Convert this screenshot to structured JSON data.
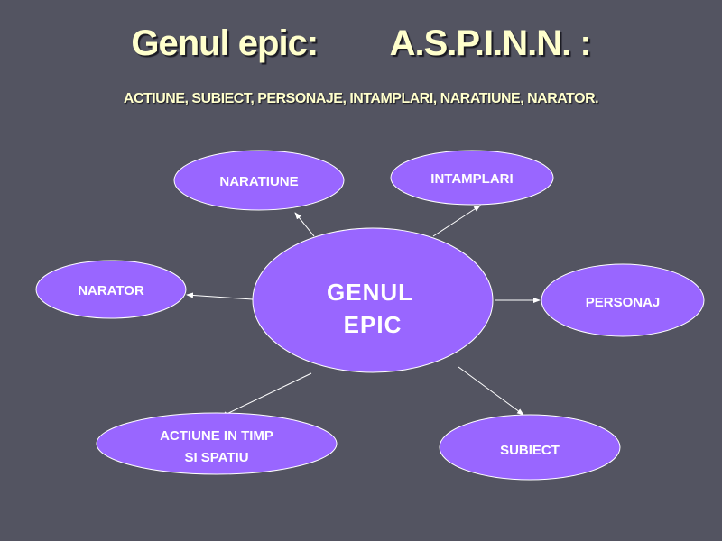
{
  "title": {
    "left": "Genul epic:",
    "right": "A.S.P.I.N.N. :"
  },
  "subtitle": "ACTIUNE, SUBIECT, PERSONAJE, INTAMPLARI, NARATIUNE, NARATOR.",
  "center": {
    "line1": "GENUL",
    "line2": "EPIC"
  },
  "nodes": {
    "naratiune": "NARATIUNE",
    "intamplari": "INTAMPLARI",
    "narator": "NARATOR",
    "personaj": "PERSONAJ",
    "actiune_1": "ACTIUNE IN TIMP",
    "actiune_2": "SI SPATIU",
    "subiect": "SUBIECT"
  },
  "colors": {
    "background": "#535461",
    "ellipse": "#9966ff",
    "title": "#ffffcc"
  }
}
